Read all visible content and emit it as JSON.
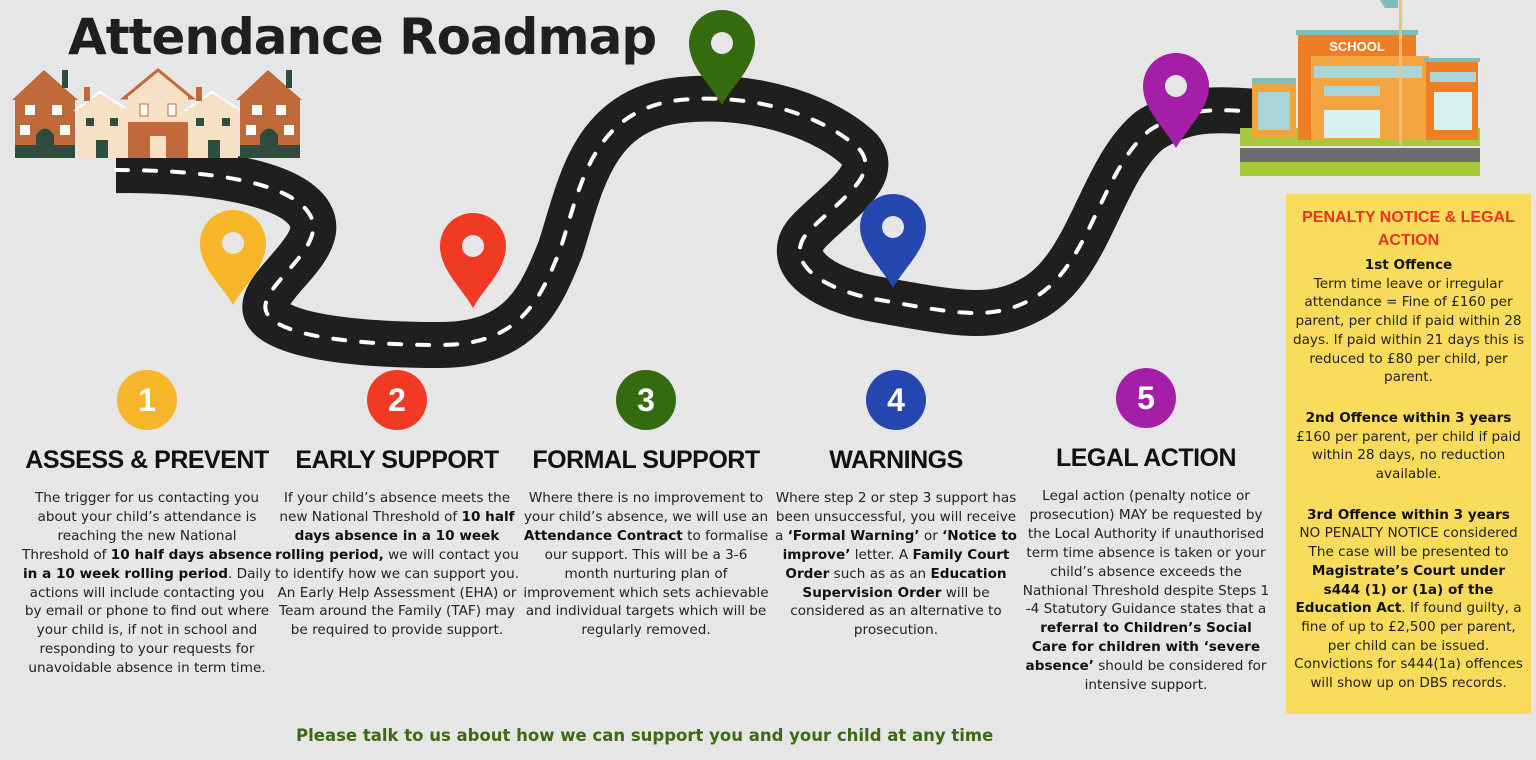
{
  "title": "Attendance Roadmap",
  "school_sign": "SCHOOL",
  "colors": {
    "background": "#e6e6e6",
    "road": "#1f1f1f",
    "step1": "#f7b62a",
    "step2": "#f03a24",
    "step3": "#336b0e",
    "step4": "#2547b0",
    "step5": "#a41ea8",
    "penalty_panel": "#f9dc5c",
    "penalty_title": "#e8341e",
    "footer_text": "#3a6b12"
  },
  "steps": [
    {
      "number": "1",
      "heading": "ASSESS & PREVENT",
      "body": [
        {
          "t": "The trigger for us contacting you about your child’s attendance is reaching the new National Threshold of ",
          "b": false
        },
        {
          "t": "10 half days absence in a 10 week rolling period",
          "b": true
        },
        {
          "t": ". Daily actions will include contacting you by email or phone to find out where your child is, if not in school and responding to your requests for unavoidable absence in term time.",
          "b": false
        }
      ]
    },
    {
      "number": "2",
      "heading": "EARLY SUPPORT",
      "body": [
        {
          "t": "If your child’s absence meets the new National Threshold of ",
          "b": false
        },
        {
          "t": "10 half days absence in a 10 week rolling period,",
          "b": true
        },
        {
          "t": " we will contact you to identify how we can support you. An Early Help Assessment (EHA) or Team around the Family (TAF) may be required to provide support.",
          "b": false
        }
      ]
    },
    {
      "number": "3",
      "heading": "FORMAL SUPPORT",
      "body": [
        {
          "t": "Where there is no improvement to your child’s absence,  we will use an ",
          "b": false
        },
        {
          "t": "Attendance Contract",
          "b": true
        },
        {
          "t": "  to formalise our support. This will be a 3-6 month nurturing plan of improvement which sets achievable and individual targets which will be regularly removed.",
          "b": false
        }
      ]
    },
    {
      "number": "4",
      "heading": "WARNINGS",
      "body": [
        {
          "t": "Where step 2 or step 3 support has been unsuccessful, you will receive a ",
          "b": false
        },
        {
          "t": "‘Formal Warning’",
          "b": true
        },
        {
          "t": " or ",
          "b": false
        },
        {
          "t": "‘Notice to improve’",
          "b": true
        },
        {
          "t": " letter. A ",
          "b": false
        },
        {
          "t": "Family Court Order",
          "b": true
        },
        {
          "t": " such as as an ",
          "b": false
        },
        {
          "t": "Education Supervision Order",
          "b": true
        },
        {
          "t": " will  be considered as an alternative to prosecution.",
          "b": false
        }
      ]
    },
    {
      "number": "5",
      "heading": "LEGAL ACTION",
      "body": [
        {
          "t": "Legal action (penalty notice or prosecution) MAY be requested by the Local Authority if unauthorised term time absence is taken or your child’s absence exceeds the Nathional Threshold despite Steps 1 -4 Statutory Guidance states that a ",
          "b": false
        },
        {
          "t": "referral to Children’s Social Care for children with ‘severe absence’",
          "b": true
        },
        {
          "t": " should be considered for intensive support.",
          "b": false
        }
      ]
    }
  ],
  "penalty": {
    "title": "PENALTY NOTICE & LEGAL ACTION",
    "first_heading": "1st Offence",
    "first_body": "Term time leave or irregular attendance  = Fine of £160 per parent, per child if paid within 28 days. If paid within 21 days this is reduced to £80 per child, per parent.",
    "second_heading": "2nd Offence within 3 years",
    "second_body": "£160 per parent, per child if paid within 28 days, no reduction available.",
    "third_heading": "3rd Offence within 3 years",
    "third_body": [
      {
        "t": "NO PENALTY NOTICE considered The case will be presented to ",
        "b": false
      },
      {
        "t": "Magistrate’s Court under s444 (1) or (1a) of the Education Act",
        "b": true
      },
      {
        "t": ". If found guilty, a fine of up to £2,500 per parent, per child can be issued. Convictions for s444(1a) offences will show up on DBS records.",
        "b": false
      }
    ]
  },
  "footer": "Please talk to us about how we can support you and your child at any time"
}
